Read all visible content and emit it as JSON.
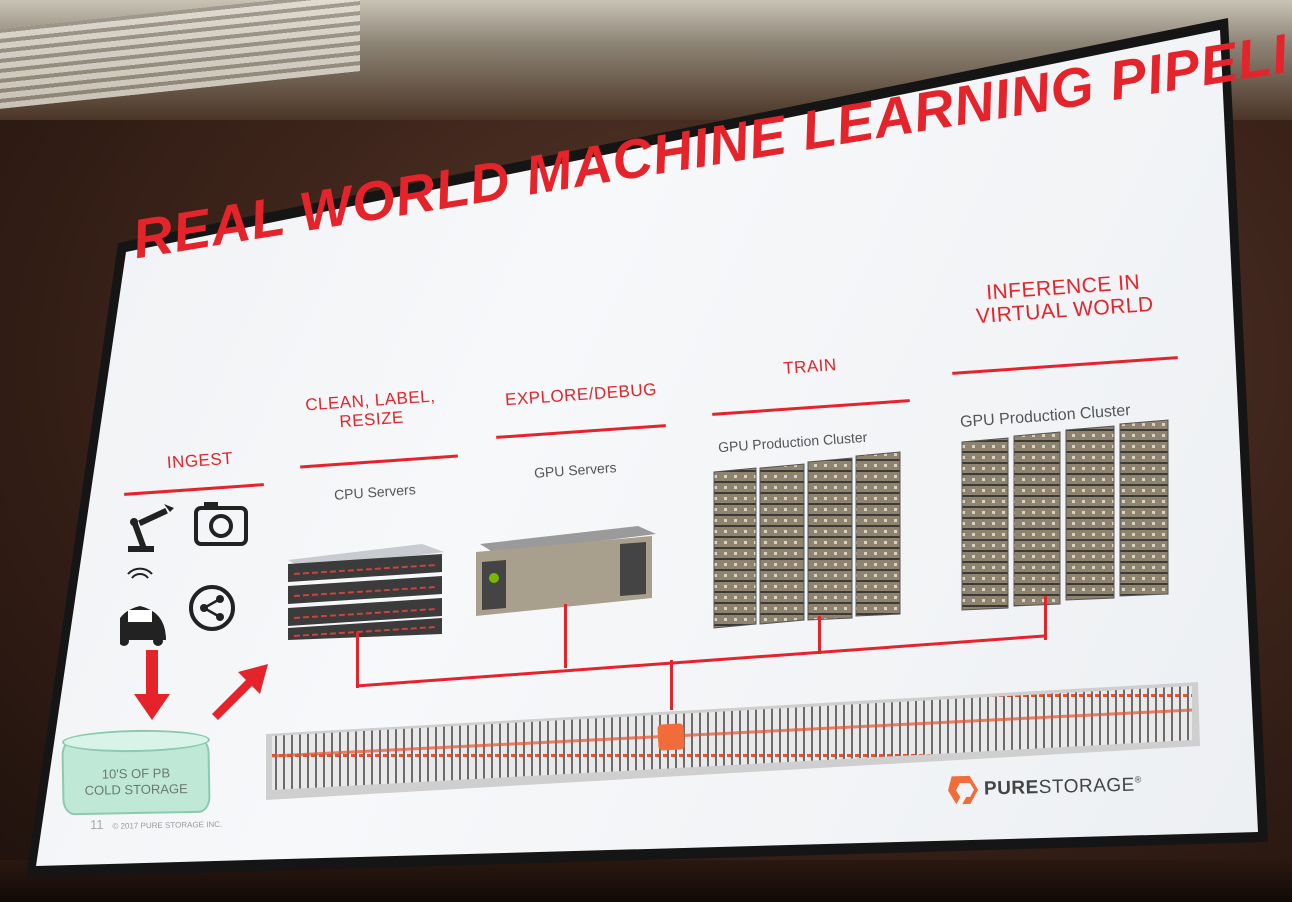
{
  "slide": {
    "title": "REAL WORLD MACHINE LEARNING PIPELINE",
    "stages": [
      {
        "label": "INGEST"
      },
      {
        "label": "CLEAN, LABEL,\nRESIZE",
        "caption": "CPU Servers"
      },
      {
        "label": "EXPLORE/DEBUG",
        "caption": "GPU Servers"
      },
      {
        "label": "TRAIN",
        "caption": "GPU Production Cluster"
      },
      {
        "label": "INFERENCE IN\nVIRTUAL WORLD",
        "caption": "GPU Production Cluster"
      }
    ],
    "cold_storage": {
      "line1": "10'S OF PB",
      "line2": "COLD STORAGE"
    },
    "page_number": "11",
    "copyright": "© 2017 PURE STORAGE INC.",
    "brand": {
      "bold": "PURE",
      "light": "STORAGE",
      "reg": "®"
    },
    "icons": [
      "robot-arm-icon",
      "camera-icon",
      "connected-car-icon",
      "share-icon",
      "storage-array-icon"
    ],
    "colors": {
      "accent": "#e5232b",
      "cold_storage": "#bfe8d6",
      "brand_logo": "#f26b3a"
    }
  }
}
